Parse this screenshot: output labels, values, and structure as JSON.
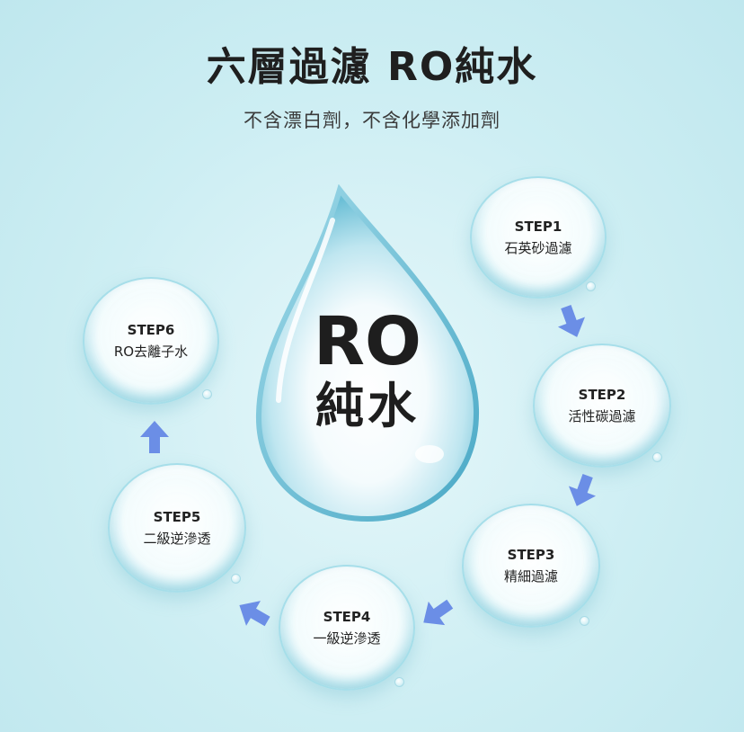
{
  "header": {
    "title": "六層過濾 RO純水",
    "subtitle": "不含漂白劑，不含化學添加劑"
  },
  "center": {
    "line1": "RO",
    "line2": "純水"
  },
  "steps": [
    {
      "step": "STEP1",
      "name": "石英砂過濾"
    },
    {
      "step": "STEP2",
      "name": "活性碳過濾"
    },
    {
      "step": "STEP3",
      "name": "精細過濾"
    },
    {
      "step": "STEP4",
      "name": "一級逆滲透"
    },
    {
      "step": "STEP5",
      "name": "二級逆滲透"
    },
    {
      "step": "STEP6",
      "name": "RO去離子水"
    }
  ],
  "colors": {
    "arrow": "#6b8ee6",
    "drop": "#7cc6dc"
  }
}
